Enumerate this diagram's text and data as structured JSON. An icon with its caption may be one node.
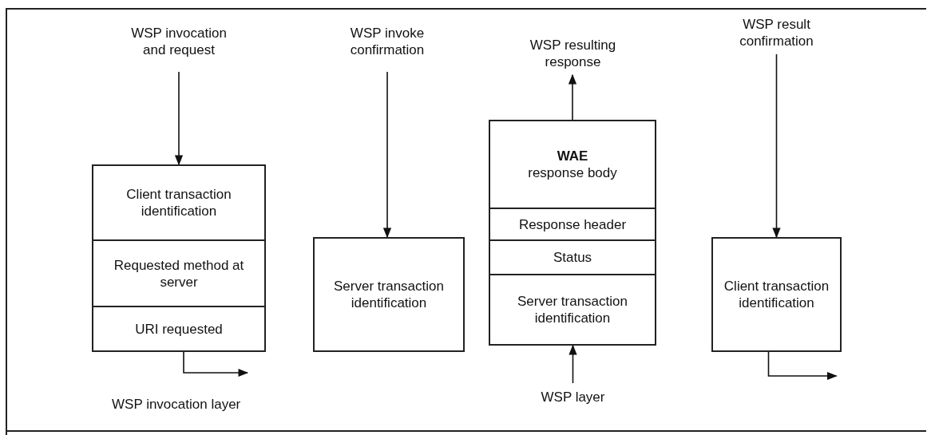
{
  "diagram": {
    "nodes": [
      {
        "text": [
          "WSP invocation and request"
        ]
      },
      {
        "text": [
          "Client transaction identification"
        ]
      },
      {
        "text": [
          "Requested method at server"
        ]
      },
      {
        "text": [
          "URI requested"
        ]
      },
      {
        "text": [
          "WSP invoke confirmation"
        ]
      },
      {
        "text": [
          "Server transaction identification"
        ]
      },
      {
        "text": [
          "WSP resulting response"
        ]
      },
      {
        "text": [
          "**WAE** response body"
        ]
      },
      {
        "text": [
          "Response header"
        ]
      },
      {
        "text": [
          "Status"
        ]
      },
      {
        "text": [
          "Server transaction identification"
        ]
      },
      {
        "text": [
          "WSP layer"
        ]
      },
      {
        "text": [
          "WSP result confirmation"
        ]
      },
      {
        "text": [
          "Client transaction identification"
        ]
      }
    ],
    "edges": [
      {
        "from": 0,
        "to": 1,
        "arrow": "to"
      },
      {
        "from": 3,
        "to": null,
        "arrow": "to"
      },
      {
        "from": 4,
        "to": 5,
        "arrow": "to"
      },
      {
        "from": 7,
        "to": 6,
        "arrow": "to"
      },
      {
        "from": 11,
        "to": 10,
        "arrow": "to"
      },
      {
        "from": 12,
        "to": 13,
        "arrow": "to"
      },
      {
        "from": 13,
        "to": null,
        "arrow": "to"
      }
    ],
    "labels": [
      "WSP invocation layer"
    ]
  }
}
